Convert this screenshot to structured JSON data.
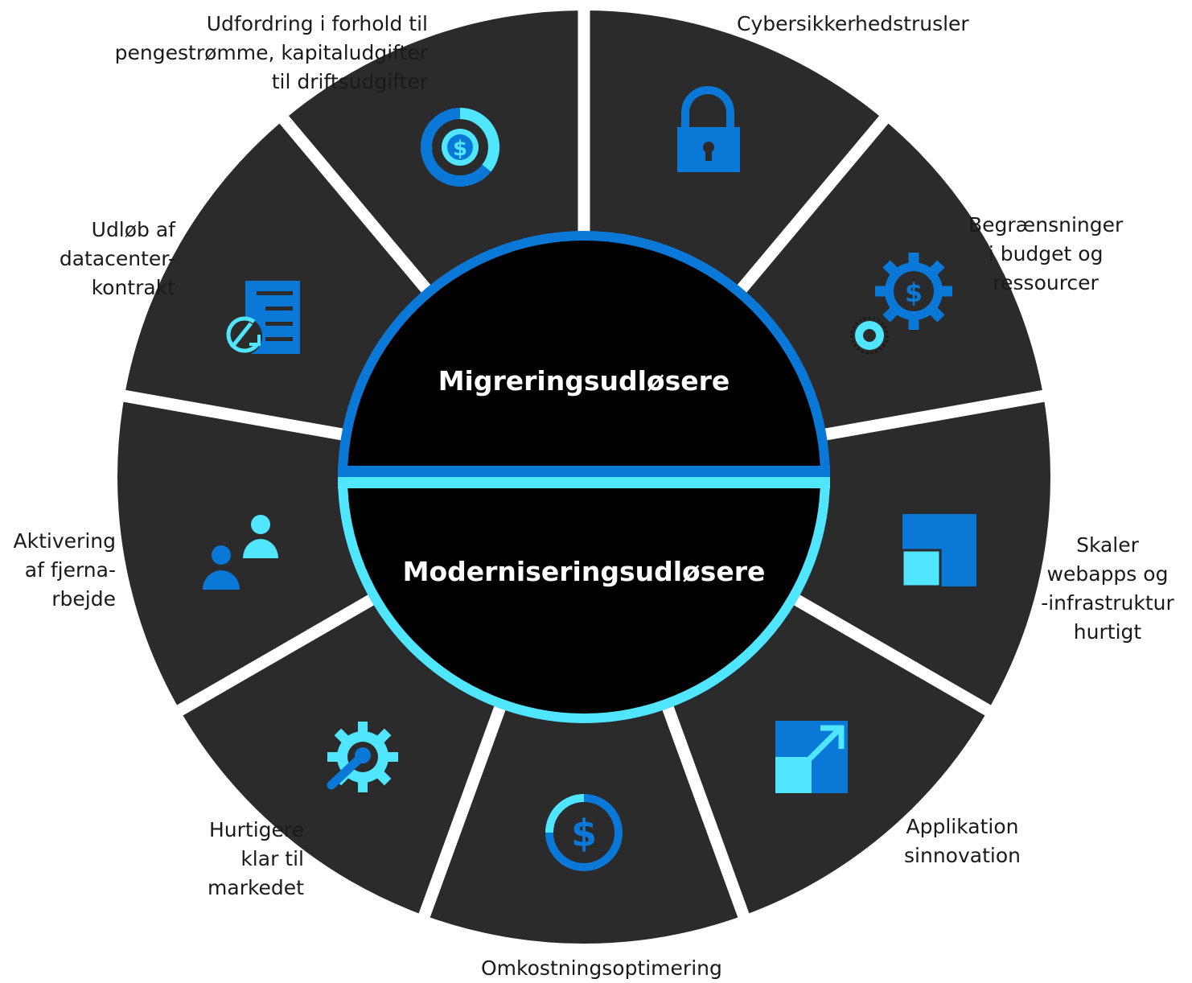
{
  "colors": {
    "segment": "#2b2b2b",
    "gap": "#ffffff",
    "center": "#000000",
    "migration_ring": "#0a78d7",
    "modernization_ring": "#50e6ff",
    "icon_dark": "#0a78d7",
    "icon_light": "#50e6ff"
  },
  "center": {
    "migration_title": "Migreringsudløsere",
    "modernization_title": "Moderniseringsudløsere"
  },
  "segments": [
    {
      "icon": "lock-icon",
      "label": "Cybersikkerhedstrusler"
    },
    {
      "icon": "dollar-gear-icon",
      "label": "Begrænsninger\ni budget og\nressourcer"
    },
    {
      "icon": "scale-squares-icon",
      "label": "Skaler\nwebapps og\n-infrastruktur\nhurtigt"
    },
    {
      "icon": "expand-arrow-icon",
      "label": "Applikation\nsinnovation"
    },
    {
      "icon": "dollar-circle-icon",
      "label": "Omkostningsoptimering"
    },
    {
      "icon": "wrench-gear-icon",
      "label": "Hurtigere\nklar til\nmarkedet"
    },
    {
      "icon": "remote-users-icon",
      "label": "Aktivering\naf fjerna-\nrbejde"
    },
    {
      "icon": "contract-document-icon",
      "label": "Udløb af\ndatacenter-\nkontrakt"
    },
    {
      "icon": "dollar-donut-icon",
      "label": "Udfordring i forhold til\npengestrømme, kapitaludgifter\ntil driftsudgifter"
    }
  ]
}
